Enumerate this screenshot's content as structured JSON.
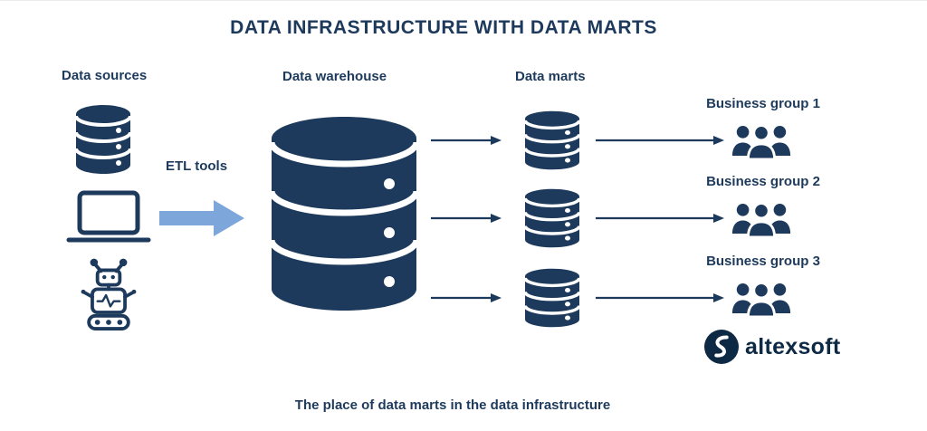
{
  "title": "DATA INFRASTRUCTURE WITH DATA MARTS",
  "caption": "The place of data marts in the data infrastructure",
  "labels": {
    "data_sources": "Data sources",
    "etl_tools": "ETL tools",
    "data_warehouse": "Data warehouse",
    "data_marts": "Data marts"
  },
  "business_groups": [
    {
      "label": "Business group 1"
    },
    {
      "label": "Business group 2"
    },
    {
      "label": "Business group 3"
    }
  ],
  "logo": {
    "text": "altexsoft"
  },
  "colors": {
    "navy": "#1d3a5c",
    "etl_arrow_blue": "#7da7db",
    "logo_navy": "#0d2944",
    "background": "#ffffff"
  },
  "icons": {
    "data_sources": [
      "database-icon",
      "laptop-icon",
      "robot-icon"
    ],
    "data_warehouse": "database-large-icon",
    "data_marts": "database-small-icon",
    "business_groups": "users-group-icon",
    "etl": "block-arrow-right-icon",
    "flow": "arrow-right-icon",
    "logo": "altexsoft-logo-icon"
  }
}
